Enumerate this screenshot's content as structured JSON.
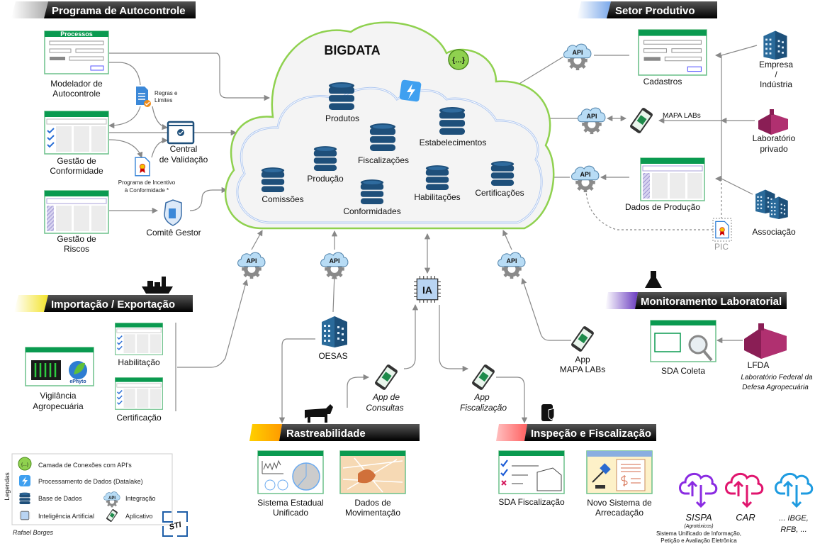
{
  "colors": {
    "cloud_outline": "#8fd14f",
    "window_header": "#0a9a50",
    "database": "#1e4f7a",
    "api_cloud": "#b8dcf5",
    "autocontrole_accent": "#bdbdbd",
    "setor_accent": "#8fb8ef",
    "import_accent": "#f5e84a",
    "rastreabilidade_accent": "#ffa800",
    "inspecao_accent": "#ff7a7a",
    "monitoramento_accent": "#7b4fc4",
    "sispa": "#8a2be2",
    "car": "#e0156e",
    "ibge": "#1e9be0"
  },
  "bigdata": {
    "title": "BIGDATA",
    "api_layer_icon": "{…}",
    "databases": [
      "Produtos",
      "Estabelecimentos",
      "Fiscalizações",
      "Produção",
      "Comissões",
      "Conformidades",
      "Habilitações",
      "Certificações"
    ]
  },
  "icons": {
    "api_text": "API",
    "ia_text": "IA"
  },
  "autocontrole": {
    "title": "Programa de Autocontrole",
    "processos_window_title": "Processos",
    "modelador": [
      "Modelador de",
      "Autocontrole"
    ],
    "conformidade": [
      "Gestão de",
      "Conformidade"
    ],
    "riscos": [
      "Gestão de",
      "Riscos"
    ],
    "regras": [
      "Regras e",
      "Limites"
    ],
    "central": [
      "Central",
      "de Validação"
    ],
    "incentivo": [
      "Programa de Incentivo",
      "à Conformidade *"
    ],
    "comite": "Comitê Gestor"
  },
  "setor_produtivo": {
    "title": "Setor Produtivo",
    "cadastros": "Cadastros",
    "empresa": [
      "Empresa",
      "/",
      "Indústria"
    ],
    "mapa_labs": "MAPA LABs",
    "laboratorio": [
      "Laboratório",
      "privado"
    ],
    "dados_producao": "Dados de Produção",
    "associacao": "Associação",
    "pic": "PIC"
  },
  "importacao": {
    "title": "Importação / Exportação",
    "habilitacao": "Habilitação",
    "certificacao": "Certificação",
    "vigilancia": [
      "Vigilância",
      "Agropecuária"
    ],
    "ephyto": "ePhyto"
  },
  "center": {
    "oesas": "OESAS",
    "app_consultas": [
      "App de",
      "Consultas"
    ],
    "app_fiscalizacao": [
      "App",
      "Fiscalização"
    ]
  },
  "rastreabilidade": {
    "title": "Rastreabilidade",
    "sistema_estadual": [
      "Sistema Estadual",
      "Unificado"
    ],
    "dados_movimentacao": [
      "Dados de",
      "Movimentação"
    ]
  },
  "inspecao": {
    "title": "Inspeção e Fiscalização",
    "sda_fiscalizacao": "SDA Fiscalização",
    "novo_sistema": [
      "Novo Sistema de",
      "Arrecadação"
    ]
  },
  "monitoramento": {
    "title": "Monitoramento Laboratorial",
    "app_mapa_labs": [
      "App",
      "MAPA LABs"
    ],
    "sda_coleta": "SDA Coleta",
    "lfda": "LFDA",
    "lfda_full": [
      "Laboratório Federal da",
      "Defesa Agropecuária"
    ]
  },
  "external": {
    "sispa": "SISPA",
    "sispa_sub": "(Agrotóxicos)",
    "sispa_desc": [
      "Sistema Unificado de Informação,",
      "Petição e Avaliação Eletrônica"
    ],
    "car": "CAR",
    "others": [
      "... IBGE,",
      "RFB, ..."
    ]
  },
  "legend": {
    "title": "Legendas",
    "items": [
      "Camada de Conexões com API's",
      "Processamento de Dados (Datalake)",
      "Base de Dados",
      "Integração",
      "Inteligência Artificial",
      "Aplicativo"
    ]
  },
  "author": "Rafael Borges",
  "logo_text": "STI"
}
